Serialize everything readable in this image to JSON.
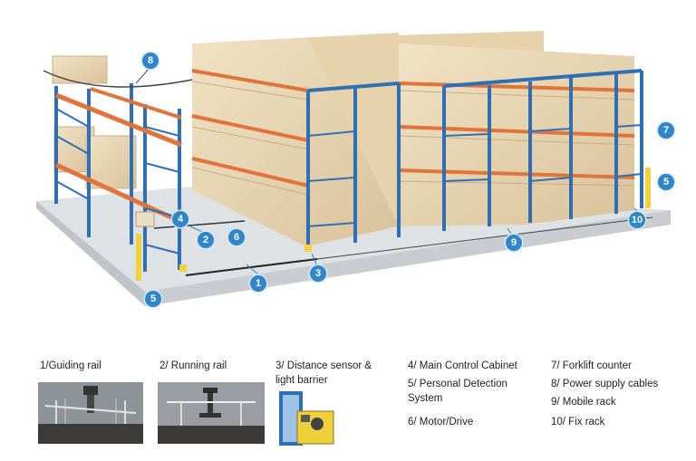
{
  "diagram": {
    "callouts": {
      "c1": "1",
      "c2": "2",
      "c3": "3",
      "c4": "4",
      "c5a": "5",
      "c5b": "5",
      "c6": "6",
      "c7": "7",
      "c8": "8",
      "c9": "9",
      "c10": "10"
    }
  },
  "legend": {
    "guiding_rail": "1/Guiding rail",
    "running_rail": "2/ Running rail",
    "distance_sensor_line1": "3/  Distance sensor &",
    "distance_sensor_line2": "light barrier",
    "main_control": "4/ Main Control Cabinet",
    "personal_detection_line1": "5/ Personal Detection",
    "personal_detection_line2": "System",
    "motor_drive": "6/ Motor/Drive",
    "forklift_counter": "7/ Forklift counter",
    "power_supply": "8/ Power supply cables",
    "mobile_rack": "9/ Mobile rack",
    "fix_rack": "10/ Fix rack"
  },
  "colors": {
    "upright_blue": "#2f6fb3",
    "beam_orange": "#e0743a",
    "box_beige": "#ead8b5",
    "floor_grey": "#d9dcdf",
    "callout_blue": "#2f86c8",
    "sensor_yellow": "#f2d23a"
  }
}
